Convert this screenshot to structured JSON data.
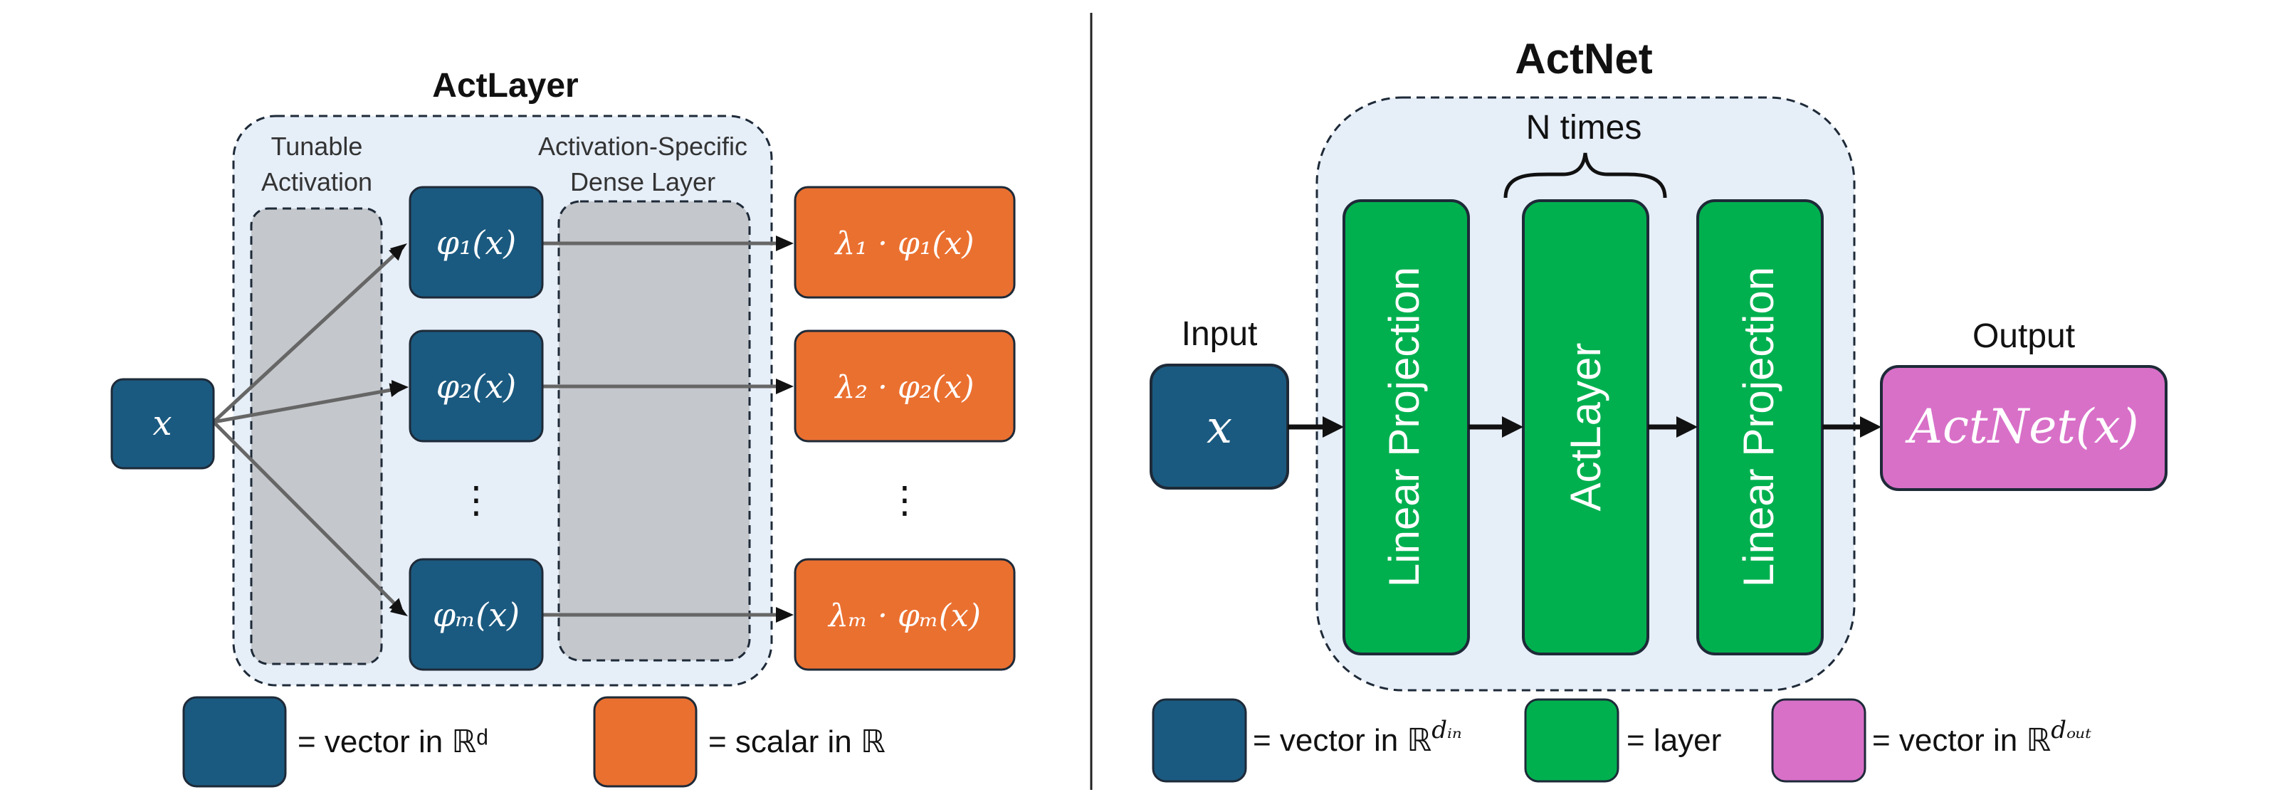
{
  "colors": {
    "vector": "#1b5a80",
    "scalar": "#ea7030",
    "layer": "#00b04f",
    "output_vec": "#d870c8",
    "gray_box": "#c4c7cb",
    "region_fill": "#e6eef8",
    "border": "#1e2a38"
  },
  "left_panel": {
    "title": "ActLayer",
    "tunable_label_1": "Tunable",
    "tunable_label_2": "Activation",
    "dense_label_1": "Activation-Specific",
    "dense_label_2": "Dense Layer",
    "input_var": "x",
    "phi_labels": [
      "φ₁(x)",
      "φ₂(x)",
      "φₘ(x)"
    ],
    "output_labels": [
      "λ₁ · φ₁(x)",
      "λ₂ · φ₂(x)",
      "λₘ · φₘ(x)"
    ],
    "ellipsis": "⋮",
    "legend": [
      {
        "icon": "vector-square-icon",
        "text": "= vector in ℝᵈ"
      },
      {
        "icon": "scalar-square-icon",
        "text": "= scalar in ℝ"
      }
    ]
  },
  "right_panel": {
    "title": "ActNet",
    "input_label": "Input",
    "input_var": "x",
    "output_label": "Output",
    "output_text": "ActNet(x)",
    "n_times": "N times",
    "layers": [
      "Linear Projection",
      "ActLayer",
      "Linear Projection"
    ],
    "legend": [
      {
        "icon": "vector-in-square-icon",
        "text": "= vector in ℝ",
        "sup": "dᵢₙ"
      },
      {
        "icon": "layer-square-icon",
        "text": "= layer",
        "sup": ""
      },
      {
        "icon": "vector-out-square-icon",
        "text": "= vector in ℝ",
        "sup": "dₒᵤₜ"
      }
    ]
  }
}
